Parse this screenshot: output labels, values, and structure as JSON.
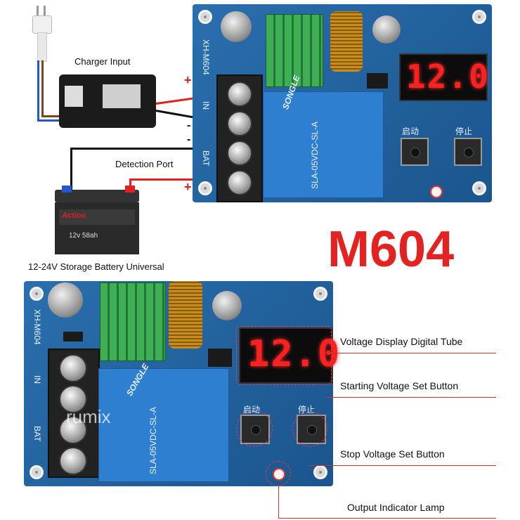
{
  "top": {
    "board_label": "XH-M604",
    "charger_label": "Charger Input",
    "detection_label": "Detection Port",
    "battery_label": "12-24V Storage Battery Universal",
    "battery_brand": "Action",
    "battery_spec": "12v 58ah",
    "display_value": "12.0",
    "start_button_cn": "启动",
    "stop_button_cn": "停止",
    "relay_brand": "SONGLE",
    "relay_model": "SLA-05VDC-SL-A",
    "terminal_in": "IN",
    "terminal_bat": "BAT",
    "plus": "+",
    "minus": "-"
  },
  "title": "M604",
  "bottom": {
    "board_label": "XH-M604",
    "display_value": "12.0",
    "start_button_cn": "启动",
    "stop_button_cn": "停止",
    "relay_brand": "SONGLE",
    "relay_model": "SLA-05VDC-SL-A",
    "terminal_in": "IN",
    "terminal_bat": "BAT",
    "watermark": "rumix"
  },
  "callouts": [
    {
      "label": "Voltage Display Digital Tube"
    },
    {
      "label": "Starting Voltage Set Button"
    },
    {
      "label": "Stop Voltage Set Button"
    },
    {
      "label": "Output Indicator Lamp"
    }
  ],
  "colors": {
    "title_red": "#e32222",
    "board_blue": "#1f5f9a",
    "led_red": "#ff2020"
  }
}
